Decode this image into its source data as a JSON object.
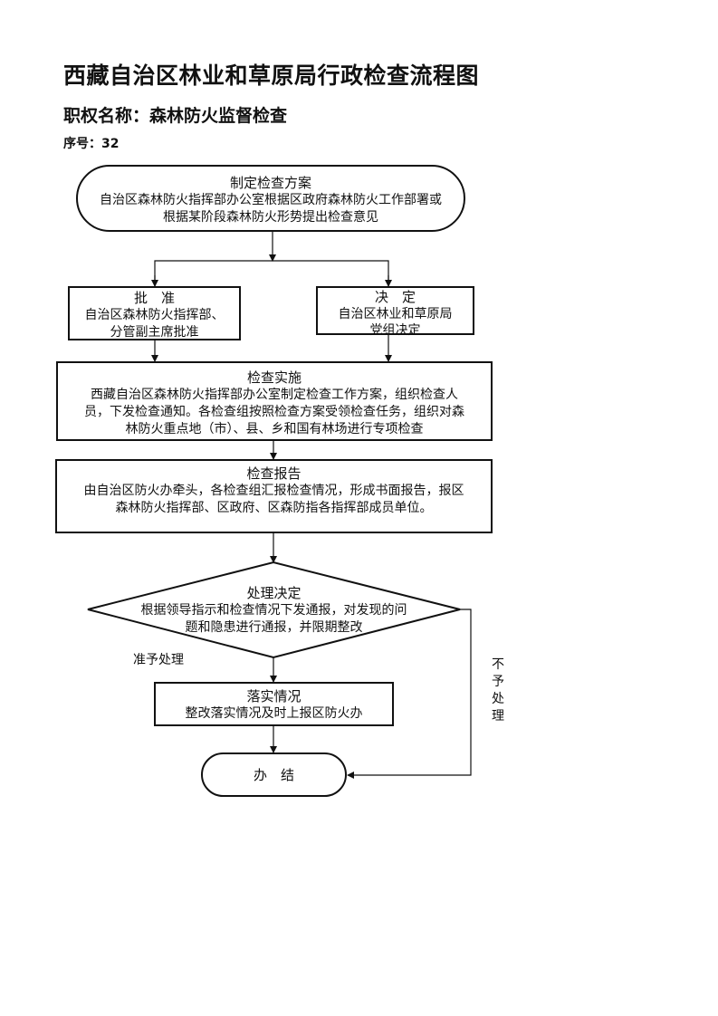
{
  "title": "西藏自治区林业和草原局行政检查流程图",
  "authority": "职权名称：森林防火监督检查",
  "serial": "序号：32",
  "nodes": {
    "plan": {
      "title": "制定检查方案",
      "lines": [
        "自治区森林防火指挥部办公室根据区政府森林防火工作部署或",
        "根据某阶段森林防火形势提出检查意见"
      ]
    },
    "approve": {
      "title": "批　准",
      "lines": [
        "自治区森林防火指挥部、",
        "分管副主席批准"
      ]
    },
    "decide": {
      "title": "决　定",
      "lines": [
        "自治区林业和草原局",
        "党组决定"
      ]
    },
    "implement": {
      "title": "检查实施",
      "lines": [
        "西藏自治区森林防火指挥部办公室制定检查工作方案，组织检查人",
        "员，下发检查通知。各检查组按照检查方案受领检查任务，组织对森",
        "林防火重点地（市）、县、乡和国有林场进行专项检查"
      ]
    },
    "report": {
      "title": "检查报告",
      "lines": [
        "由自治区防火办牵头，各检查组汇报检查情况，形成书面报告，报区",
        "森林防火指挥部、区政府、区森防指各指挥部成员单位。"
      ]
    },
    "handle": {
      "title": "处理决定",
      "lines": [
        "根据领导指示和检查情况下发通报，对发现的问",
        "题和隐患进行通报，并限期整改"
      ]
    },
    "followup": {
      "title": "落实情况",
      "lines": [
        "整改落实情况及时上报区防火办"
      ]
    },
    "close": {
      "title": "办　结"
    }
  },
  "labels": {
    "yes": "准予处理",
    "no": [
      "不",
      "予",
      "处",
      "理"
    ]
  }
}
